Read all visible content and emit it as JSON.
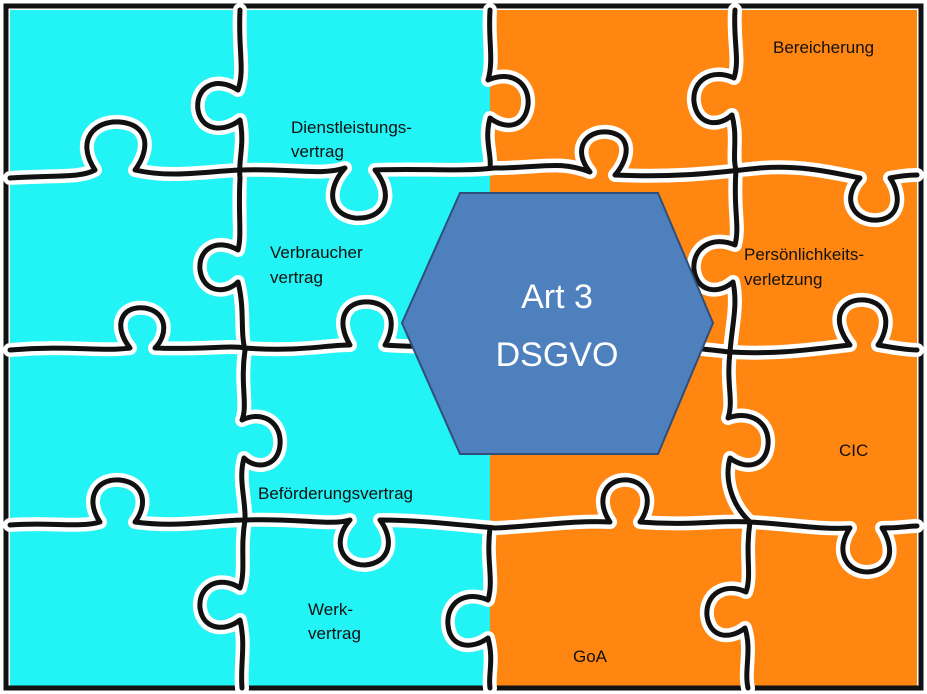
{
  "colors": {
    "left_region": "#22F3F5",
    "right_region": "#FF8610",
    "seam": "#111111",
    "hexagon_fill": "#4F80BE",
    "hexagon_stroke": "#2F4F7A",
    "hexagon_text": "#FFFFFF"
  },
  "center": {
    "line1": "Art 3",
    "line2": "DSGVO"
  },
  "pieces": {
    "dienstleistung_1": "Dienstleistungs-",
    "dienstleistung_2": "vertrag",
    "verbraucher_1": "Verbraucher",
    "verbraucher_2": "vertrag",
    "befoerderung": "Beförderungsvertrag",
    "werk_1": "Werk-",
    "werk_2": "vertrag",
    "bereicherung": "Bereicherung",
    "persoenlichkeit_1": "Persönlichkeits-",
    "persoenlichkeit_2": "verletzung",
    "cic": "CIC",
    "goa": "GoA"
  }
}
